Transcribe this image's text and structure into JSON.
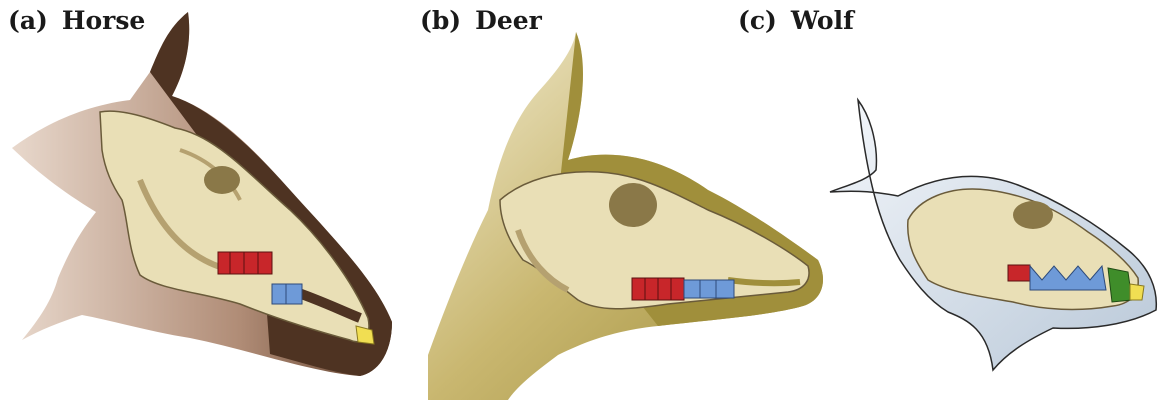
{
  "panels": [
    {
      "letter": "(a)",
      "name": "Horse"
    },
    {
      "letter": "(b)",
      "name": "Deer"
    },
    {
      "letter": "(c)",
      "name": "Wolf"
    }
  ],
  "colors": {
    "horse_head": "#4e3322",
    "horse_neck": "#b79782",
    "deer_head": "#a08f3b",
    "wolf_head": "#ccd6e1",
    "bone": "#e9dfb6",
    "bone_shadow": "#b5a170",
    "molars": "#c8262a",
    "premolars": "#6e9ad8",
    "canine": "#3f8d2a",
    "incisors": "#f1de52"
  }
}
